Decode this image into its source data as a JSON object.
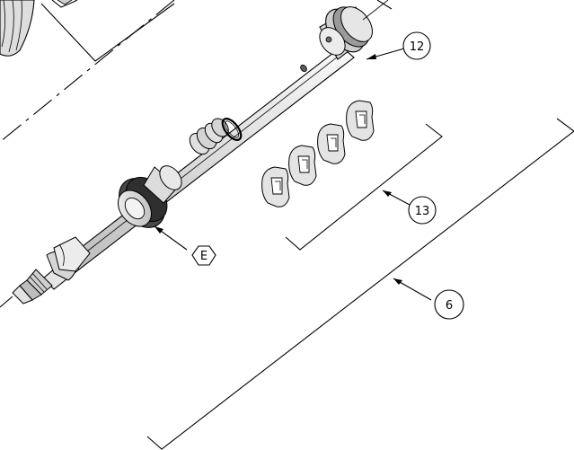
{
  "callouts": {
    "c12": "12",
    "c13": "13",
    "cE": "E",
    "c6": "6"
  },
  "colors": {
    "line": "#000000",
    "part_fill": "#e9e9e9",
    "part_shade": "#c8c8c8",
    "band_dark": "#3a3a3a",
    "background": "#ffffff"
  }
}
